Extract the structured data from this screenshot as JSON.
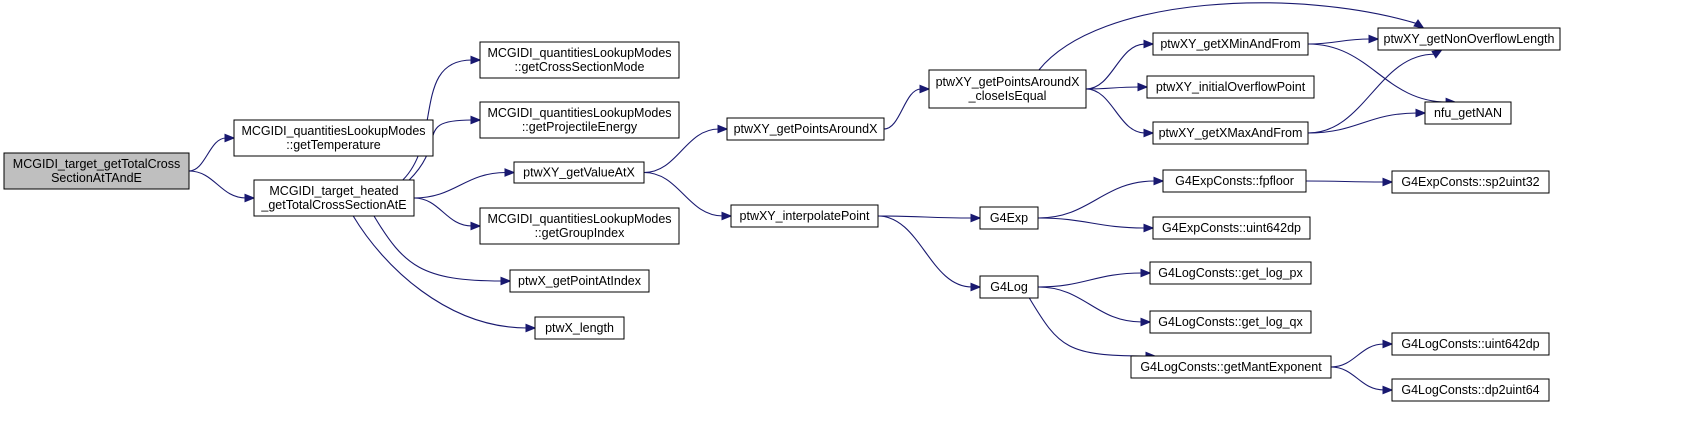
{
  "nodes": [
    {
      "id": "root",
      "lines": [
        "MCGIDI_target_getTotalCross",
        "SectionAtTAndE"
      ],
      "root": true
    },
    {
      "id": "getTemperature",
      "lines": [
        "MCGIDI_quantitiesLookupModes",
        "::getTemperature"
      ]
    },
    {
      "id": "heated",
      "lines": [
        "MCGIDI_target_heated",
        "_getTotalCrossSectionAtE"
      ]
    },
    {
      "id": "getCrossSectionMode",
      "lines": [
        "MCGIDI_quantitiesLookupModes",
        "::getCrossSectionMode"
      ]
    },
    {
      "id": "getProjectileEnergy",
      "lines": [
        "MCGIDI_quantitiesLookupModes",
        "::getProjectileEnergy"
      ]
    },
    {
      "id": "getValueAtX",
      "lines": [
        "ptwXY_getValueAtX"
      ]
    },
    {
      "id": "getGroupIndex",
      "lines": [
        "MCGIDI_quantitiesLookupModes",
        "::getGroupIndex"
      ]
    },
    {
      "id": "getPointAtIndex",
      "lines": [
        "ptwX_getPointAtIndex"
      ]
    },
    {
      "id": "ptwX_length",
      "lines": [
        "ptwX_length"
      ]
    },
    {
      "id": "getPointsAroundX",
      "lines": [
        "ptwXY_getPointsAroundX"
      ]
    },
    {
      "id": "interpolatePoint",
      "lines": [
        "ptwXY_interpolatePoint"
      ]
    },
    {
      "id": "closeIsEqual",
      "lines": [
        "ptwXY_getPointsAroundX",
        "_closeIsEqual"
      ]
    },
    {
      "id": "G4Exp",
      "lines": [
        "G4Exp"
      ]
    },
    {
      "id": "G4Log",
      "lines": [
        "G4Log"
      ]
    },
    {
      "id": "getXMinAndFrom",
      "lines": [
        "ptwXY_getXMinAndFrom"
      ]
    },
    {
      "id": "initialOverflowPoint",
      "lines": [
        "ptwXY_initialOverflowPoint"
      ]
    },
    {
      "id": "getXMaxAndFrom",
      "lines": [
        "ptwXY_getXMaxAndFrom"
      ]
    },
    {
      "id": "fpfloor",
      "lines": [
        "G4ExpConsts::fpfloor"
      ]
    },
    {
      "id": "exp_uint642dp",
      "lines": [
        "G4ExpConsts::uint642dp"
      ]
    },
    {
      "id": "get_log_px",
      "lines": [
        "G4LogConsts::get_log_px"
      ]
    },
    {
      "id": "get_log_qx",
      "lines": [
        "G4LogConsts::get_log_qx"
      ]
    },
    {
      "id": "getMantExponent",
      "lines": [
        "G4LogConsts::getMantExponent"
      ]
    },
    {
      "id": "getNonOverflowLength",
      "lines": [
        "ptwXY_getNonOverflowLength"
      ]
    },
    {
      "id": "nfu_getNAN",
      "lines": [
        "nfu_getNAN"
      ]
    },
    {
      "id": "sp2uint32",
      "lines": [
        "G4ExpConsts::sp2uint32"
      ]
    },
    {
      "id": "log_uint642dp",
      "lines": [
        "G4LogConsts::uint642dp"
      ]
    },
    {
      "id": "dp2uint64",
      "lines": [
        "G4LogConsts::dp2uint64"
      ]
    }
  ],
  "edges": [
    {
      "from": "root",
      "to": "getTemperature"
    },
    {
      "from": "root",
      "to": "heated"
    },
    {
      "from": "heated",
      "to": "getCrossSectionMode"
    },
    {
      "from": "heated",
      "to": "getProjectileEnergy"
    },
    {
      "from": "heated",
      "to": "getValueAtX"
    },
    {
      "from": "heated",
      "to": "getGroupIndex"
    },
    {
      "from": "heated",
      "to": "getPointAtIndex"
    },
    {
      "from": "heated",
      "to": "ptwX_length"
    },
    {
      "from": "getValueAtX",
      "to": "getPointsAroundX"
    },
    {
      "from": "getValueAtX",
      "to": "interpolatePoint"
    },
    {
      "from": "getPointsAroundX",
      "to": "closeIsEqual"
    },
    {
      "from": "closeIsEqual",
      "to": "getNonOverflowLength"
    },
    {
      "from": "closeIsEqual",
      "to": "getXMinAndFrom"
    },
    {
      "from": "closeIsEqual",
      "to": "initialOverflowPoint"
    },
    {
      "from": "closeIsEqual",
      "to": "getXMaxAndFrom"
    },
    {
      "from": "getXMinAndFrom",
      "to": "getNonOverflowLength"
    },
    {
      "from": "getXMinAndFrom",
      "to": "nfu_getNAN"
    },
    {
      "from": "getXMaxAndFrom",
      "to": "getNonOverflowLength"
    },
    {
      "from": "getXMaxAndFrom",
      "to": "nfu_getNAN"
    },
    {
      "from": "interpolatePoint",
      "to": "G4Exp"
    },
    {
      "from": "interpolatePoint",
      "to": "G4Log"
    },
    {
      "from": "G4Exp",
      "to": "fpfloor"
    },
    {
      "from": "G4Exp",
      "to": "exp_uint642dp"
    },
    {
      "from": "fpfloor",
      "to": "sp2uint32"
    },
    {
      "from": "G4Log",
      "to": "get_log_px"
    },
    {
      "from": "G4Log",
      "to": "get_log_qx"
    },
    {
      "from": "G4Log",
      "to": "getMantExponent"
    },
    {
      "from": "getMantExponent",
      "to": "log_uint642dp"
    },
    {
      "from": "getMantExponent",
      "to": "dp2uint64"
    }
  ]
}
